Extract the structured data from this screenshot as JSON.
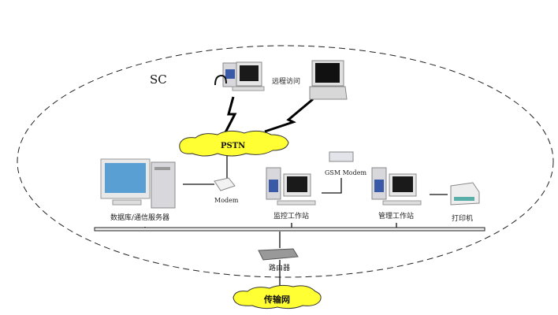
{
  "diagram": {
    "zone_label": "SC",
    "clouds": {
      "pstn": "PSTN",
      "transport": "传输网"
    },
    "nodes": {
      "remote_access": "远程访问",
      "server": "数据库/通信服务器",
      "modem": "Modem",
      "gsm_modem": "GSM Modem",
      "monitor_station": "监控工作站",
      "manage_station": "管理工作站",
      "printer": "打印机",
      "router": "路由器"
    },
    "colors": {
      "cloud": "#ffff33",
      "screen": "#1a1a1a",
      "case": "#d8d8dc",
      "accent": "#3a5aa8",
      "server_screen": "#5a9fd4"
    }
  }
}
